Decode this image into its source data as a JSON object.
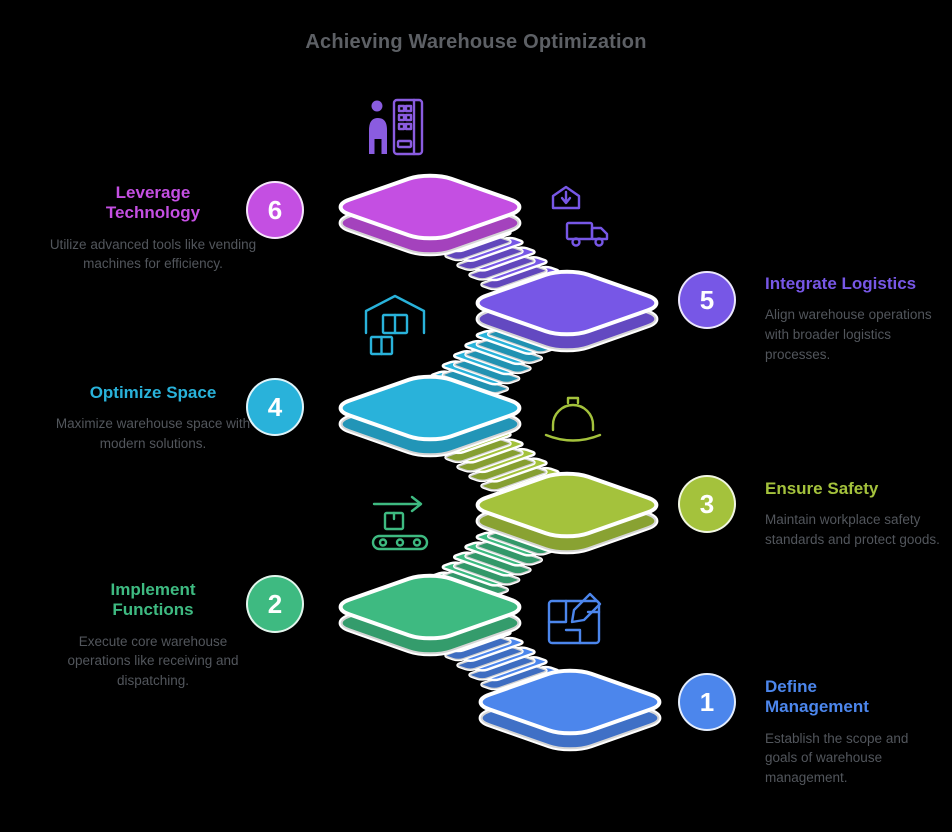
{
  "title": "Achieving Warehouse Optimization",
  "colors": {
    "background": "#000000",
    "title_text": "#5d6065",
    "body_text": "#52565c",
    "outline": "#ffffff"
  },
  "steps": [
    {
      "number": "1",
      "heading": "Define Management",
      "description": "Establish the scope and goals of warehouse management.",
      "color": "#4c86ec",
      "icon": "blueprint-pencil-icon",
      "side": "right"
    },
    {
      "number": "2",
      "heading": "Implement Functions",
      "description": "Execute core warehouse operations like receiving and dispatching.",
      "color": "#3eba81",
      "icon": "conveyor-arrow-icon",
      "side": "left"
    },
    {
      "number": "3",
      "heading": "Ensure Safety",
      "description": "Maintain workplace safety standards and protect goods.",
      "color": "#a4c23c",
      "icon": "hard-hat-icon",
      "side": "right"
    },
    {
      "number": "4",
      "heading": "Optimize Space",
      "description": "Maximize warehouse space with modern solutions.",
      "color": "#29b2da",
      "icon": "warehouse-storage-icon",
      "side": "left"
    },
    {
      "number": "5",
      "heading": "Integrate Logistics",
      "description": "Align warehouse operations with broader logistics processes.",
      "color": "#7757e6",
      "icon": "delivery-house-truck-icon",
      "side": "right"
    },
    {
      "number": "6",
      "heading": "Leverage Technology",
      "description": "Utilize advanced tools like vending machines for efficiency.",
      "color": "#c44fe2",
      "icon_color": "#8a5ce0",
      "icon": "person-vending-machine-icon",
      "side": "left"
    }
  ]
}
